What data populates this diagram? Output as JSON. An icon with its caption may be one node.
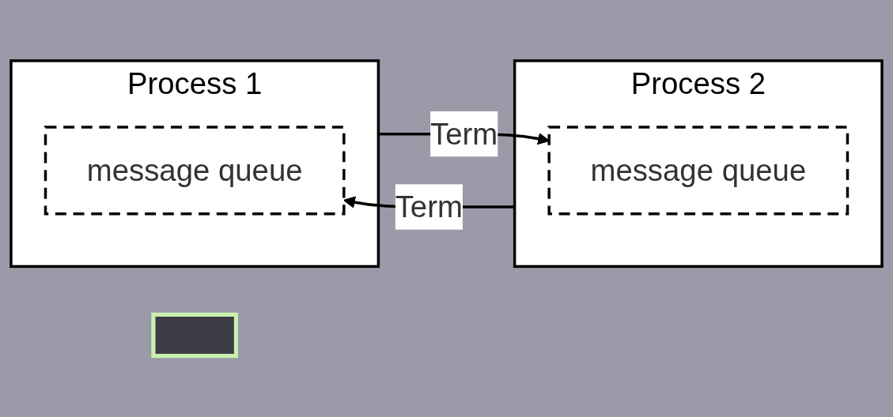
{
  "diagram": {
    "nodes": [
      {
        "text": [],
        "shape": "box"
      },
      {
        "text": [
          "Process 1"
        ]
      },
      {
        "text": [
          "message queue"
        ],
        "in": 1
      },
      {
        "text": [
          "Process 2"
        ]
      },
      {
        "text": [
          "message queue"
        ],
        "in": 3
      }
    ],
    "edges": [
      {
        "from": 1,
        "to": 4,
        "label": "Term",
        "arrow": "to"
      },
      {
        "from": 3,
        "to": 2,
        "label": "Term",
        "arrow": "to"
      }
    ]
  }
}
